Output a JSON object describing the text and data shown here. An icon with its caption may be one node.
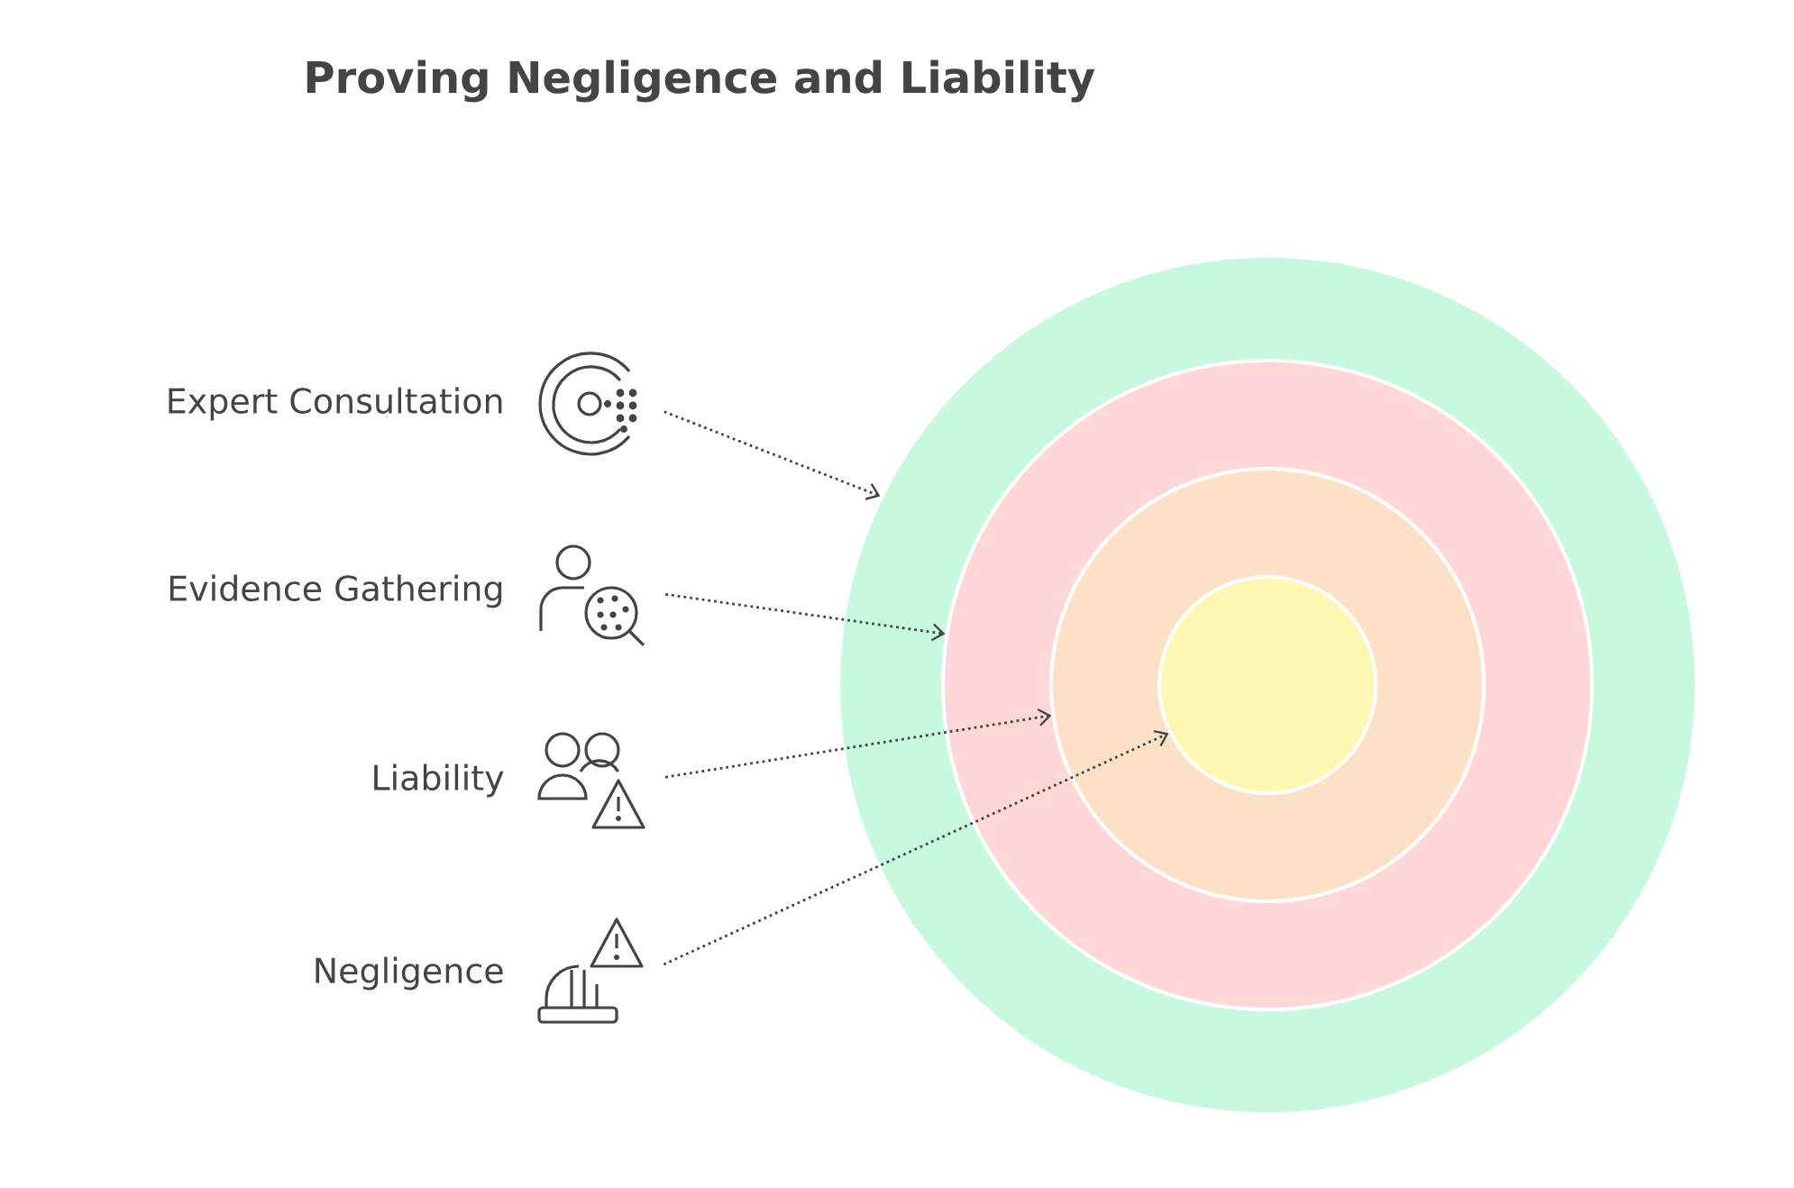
{
  "diagram": {
    "title": "Proving Negligence and Liability",
    "nodes": [
      {
        "text": [],
        "shape": "picture",
        "beside": [
          "Expert Consultation"
        ]
      },
      {
        "text": [],
        "shape": "picture",
        "beside": [
          "Evidence Gathering"
        ]
      },
      {
        "text": [],
        "shape": "picture",
        "beside": [
          "Liability"
        ]
      },
      {
        "text": [],
        "shape": "picture",
        "beside": [
          "Negligence"
        ]
      },
      {
        "text": [],
        "shape": "circle"
      },
      {
        "text": [],
        "shape": "circle",
        "in": 4
      },
      {
        "text": [],
        "shape": "circle",
        "in": 5
      },
      {
        "text": [],
        "shape": "circle",
        "in": 6
      }
    ],
    "edges": [
      {
        "from": 0,
        "to": 4,
        "arrow": "to"
      },
      {
        "from": 1,
        "to": 5,
        "arrow": "to"
      },
      {
        "from": 2,
        "to": 6,
        "arrow": "to"
      },
      {
        "from": 3,
        "to": 7,
        "arrow": "to"
      }
    ]
  }
}
